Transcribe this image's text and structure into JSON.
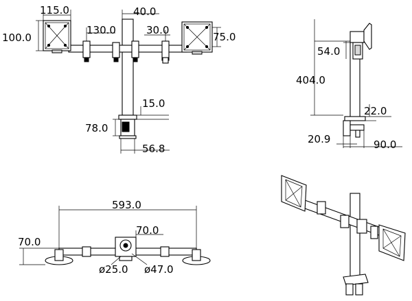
{
  "front_view": {
    "dim_width_left_plate": "115.0",
    "dim_height_left_plate": "100.0",
    "dim_pole_top": "40.0",
    "dim_arm_left": "130.0",
    "dim_arm_right": "30.0",
    "dim_plate_right": "75.0",
    "dim_clamp_gap": "15.0",
    "dim_clamp_height": "78.0",
    "dim_clamp_width": "56.8"
  },
  "side_view": {
    "dim_bracket": "54.0",
    "dim_pole_height": "404.0",
    "dim_clamp_top": "22.0",
    "dim_clamp_offset": "20.9",
    "dim_clamp_depth": "90.0"
  },
  "top_view": {
    "dim_total_span": "593.0",
    "dim_base_height": "70.0",
    "dim_center_offset": "70.0",
    "dim_pole_diameter": "ø25.0",
    "dim_clamp_diameter": "ø47.0"
  }
}
